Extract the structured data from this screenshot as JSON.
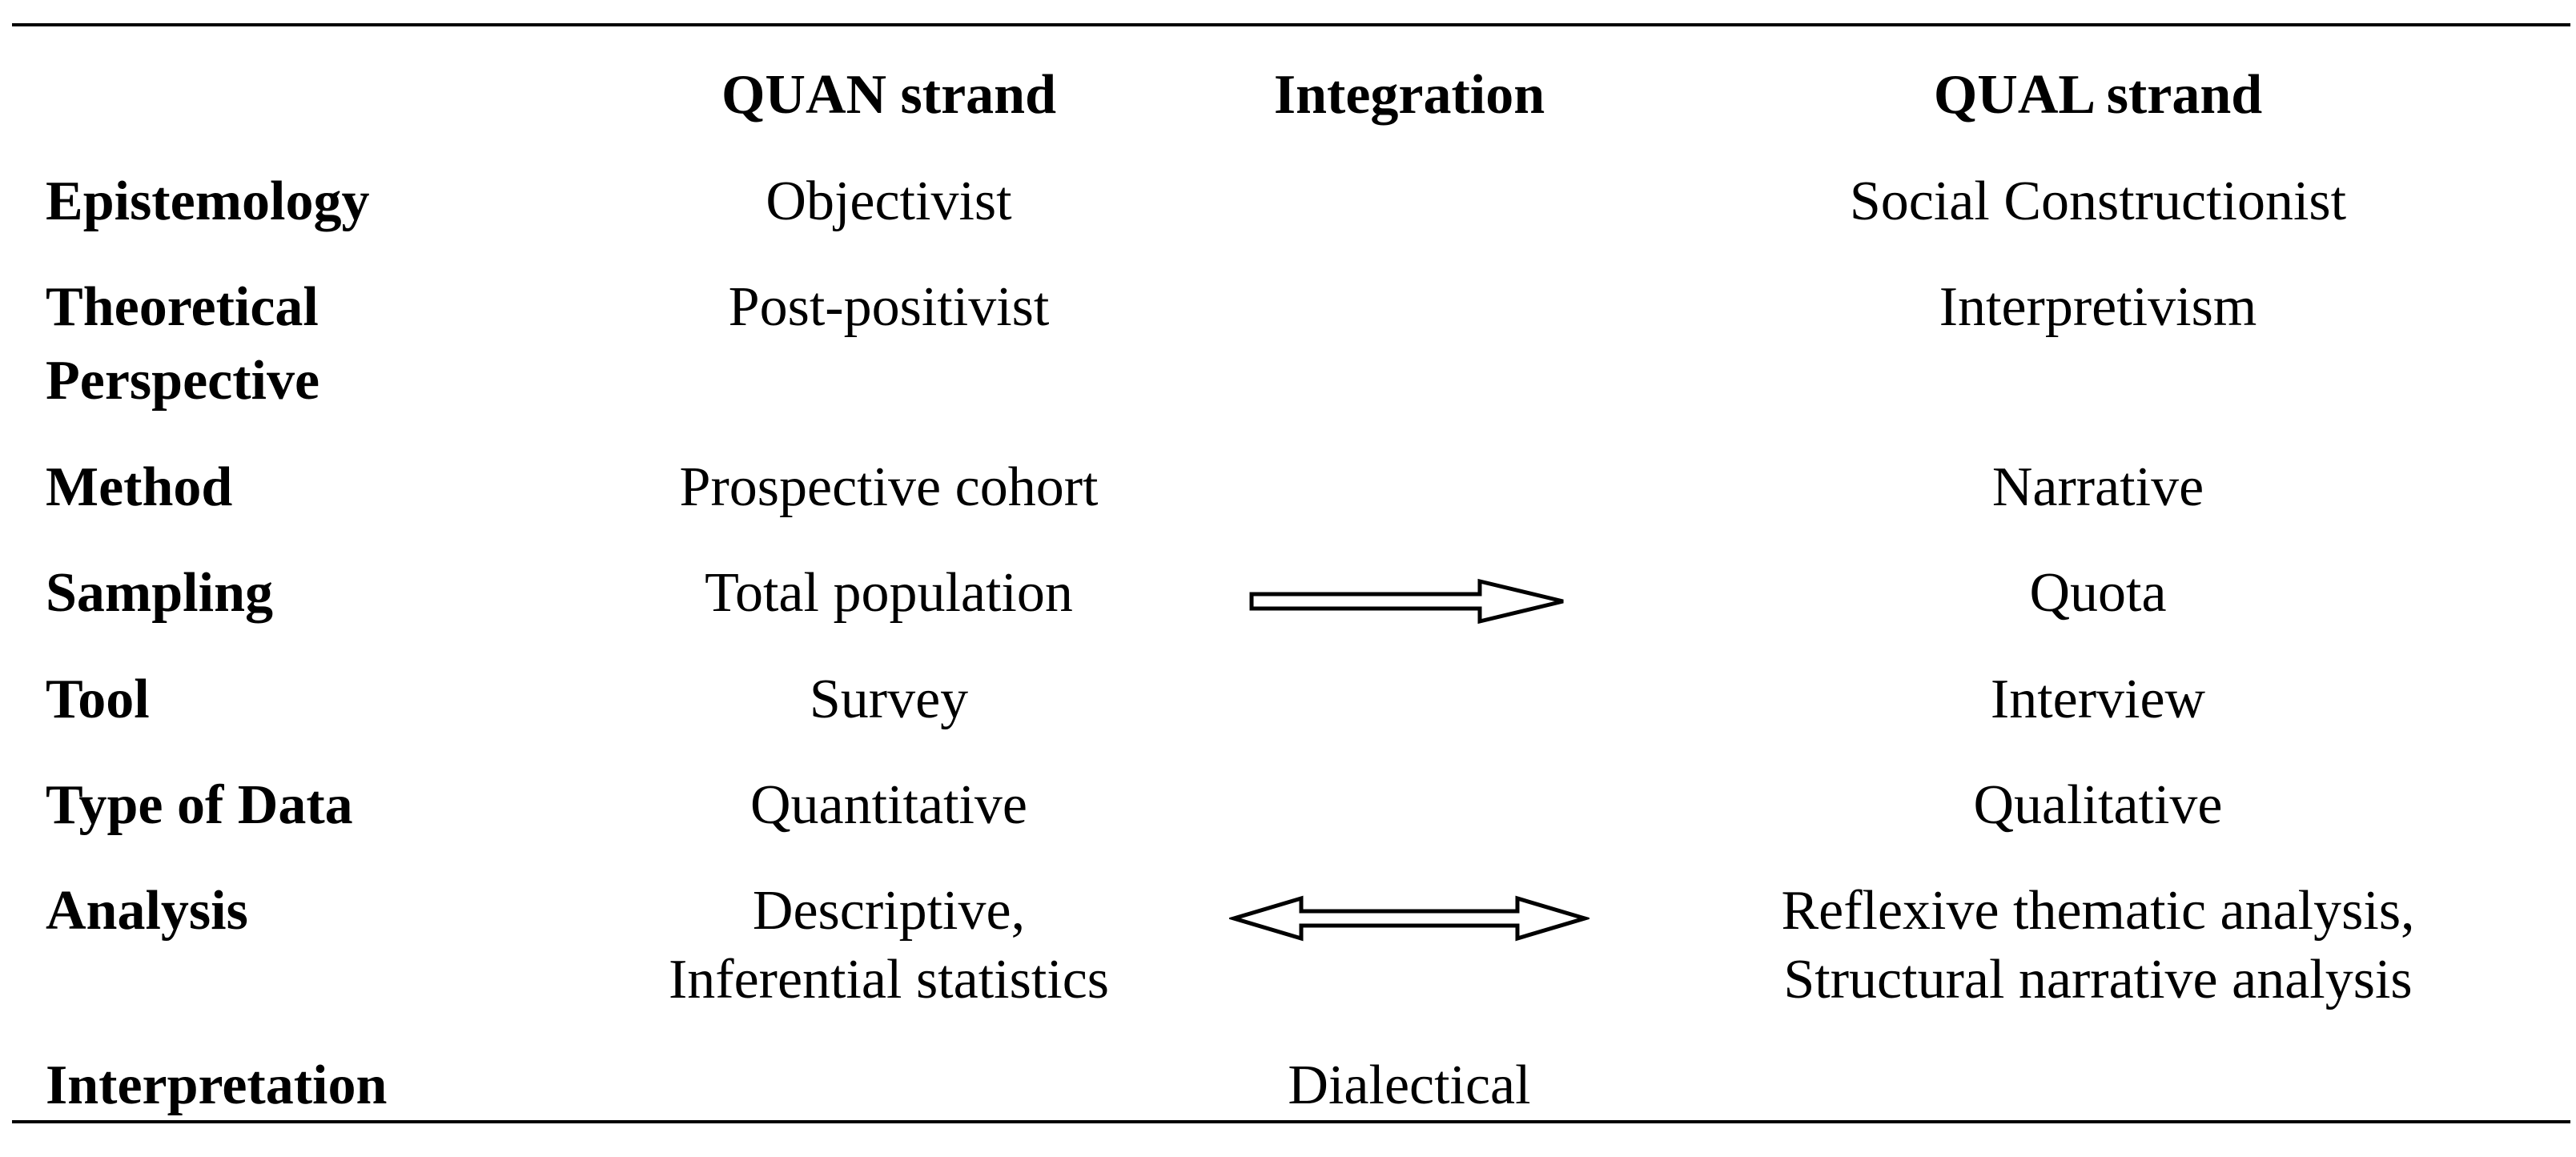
{
  "table": {
    "headers": {
      "quan": "QUAN strand",
      "integration": "Integration",
      "qual": "QUAL strand"
    },
    "rows": [
      {
        "label": [
          "Epistemology"
        ],
        "quan": [
          "Objectivist"
        ],
        "integration": [],
        "qual": [
          "Social Constructionist"
        ]
      },
      {
        "label": [
          "Theoretical",
          "Perspective"
        ],
        "quan": [
          "Post-positivist"
        ],
        "integration": [],
        "qual": [
          "Interpretivism"
        ]
      },
      {
        "label": [
          "Method"
        ],
        "quan": [
          "Prospective cohort"
        ],
        "integration": [],
        "qual": [
          "Narrative"
        ]
      },
      {
        "label": [
          "Sampling"
        ],
        "quan": [
          "Total population"
        ],
        "integration_arrow": "right-arrow",
        "qual": [
          "Quota"
        ]
      },
      {
        "label": [
          "Tool"
        ],
        "quan": [
          "Survey"
        ],
        "integration": [],
        "qual": [
          "Interview"
        ]
      },
      {
        "label": [
          "Type of Data"
        ],
        "quan": [
          "Quantitative"
        ],
        "integration": [],
        "qual": [
          "Qualitative"
        ]
      },
      {
        "label": [
          "Analysis"
        ],
        "quan": [
          "Descriptive,",
          "Inferential statistics"
        ],
        "integration_arrow": "double-headed-arrow",
        "qual": [
          "Reflexive thematic analysis,",
          "Structural narrative analysis"
        ]
      },
      {
        "label": [
          "Interpretation"
        ],
        "quan": [],
        "integration": [
          "Dialectical"
        ],
        "qual": []
      }
    ]
  }
}
